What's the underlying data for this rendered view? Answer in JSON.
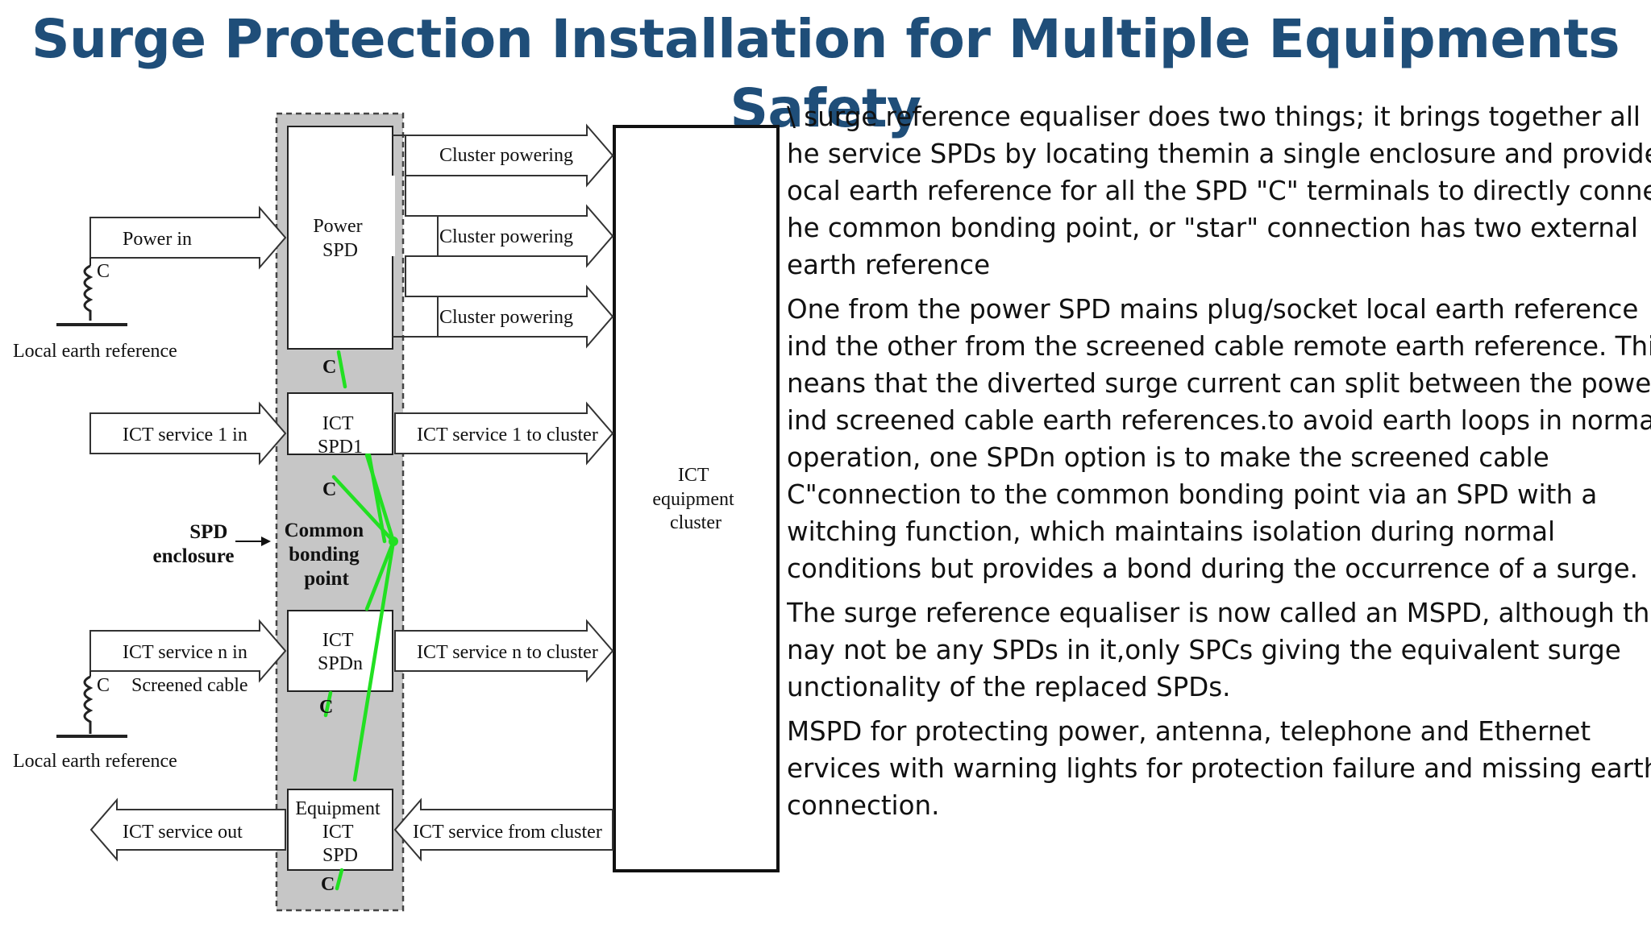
{
  "title": "Surge Protection Installation for Multiple Equipments Safety",
  "diagram": {
    "cluster_powering": "Cluster powering",
    "power_in": "Power in",
    "power_spd": [
      "Power",
      "SPD"
    ],
    "c": "C",
    "local_earth_reference": "Local earth reference",
    "ict_service_1_in": "ICT service 1 in",
    "ict_spd1": [
      "ICT",
      "SPD1"
    ],
    "ict_service_1_to_cluster": "ICT service 1 to cluster",
    "spd_enclosure": [
      "SPD",
      "enclosure"
    ],
    "common_bonding_point": [
      "Common",
      "bonding",
      "point"
    ],
    "ict_equipment_cluster": [
      "ICT",
      "equipment",
      "cluster"
    ],
    "ict_service_n_in": "ICT service n in",
    "screened_cable": "Screened cable",
    "ict_spdn": [
      "ICT",
      "SPDn"
    ],
    "ict_service_n_to_cluster": "ICT service n to cluster",
    "ict_service_out": "ICT service out",
    "equipment_ict_spd": [
      "Equipment",
      "ICT",
      "SPD"
    ],
    "ict_service_from_cluster": "ICT service from cluster",
    "colors": {
      "enclosure": "#c6c6c6",
      "bond_wire": "#22e022"
    }
  },
  "paragraphs": [
    {
      "lines": [
        "\\ surge reference equaliser does two things; it brings together all",
        "he service SPDs by locating themin a single enclosure and provides a",
        "ocal earth reference for all the SPD \"C\" terminals to directly connect",
        "he common bonding point, or \"star\" connection has two external",
        "earth reference"
      ]
    },
    {
      "lines": [
        "One from the power SPD mains plug/socket local earth reference",
        "ind the other from the screened cable remote earth reference. This",
        "neans that the diverted surge current can split between the power",
        "ind screened cable earth references.to avoid earth loops in normal",
        "operation, one SPDn option is to make the screened cable",
        "C\"connection to the common bonding point via an SPD with a",
        "witching function, which maintains isolation during normal",
        "conditions but provides a bond during the occurrence of a surge."
      ]
    },
    {
      "lines": [
        "The surge reference equaliser is now called an MSPD, although there",
        "nay not be any SPDs in it,only SPCs giving the equivalent surge",
        "unctionality of the replaced SPDs."
      ]
    },
    {
      "lines": [
        "MSPD for protecting power, antenna, telephone and Ethernet",
        "ervices with warning lights for protection failure and missing earth",
        "connection."
      ]
    }
  ]
}
